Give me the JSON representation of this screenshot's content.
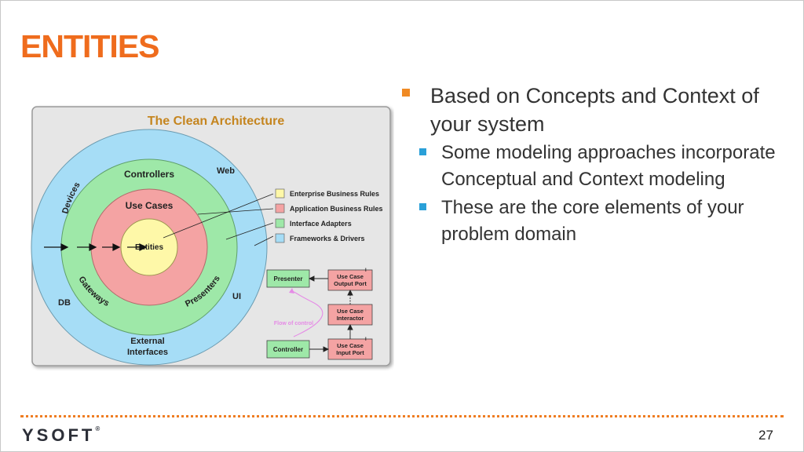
{
  "slide": {
    "title": "ENTITIES",
    "page_number": "27",
    "logo": "YSOFT",
    "logo_mark": "®"
  },
  "bullets": [
    {
      "text": "Based on Concepts and Context of your system",
      "sub": [
        "Some modeling approaches incorporate Conceptual and Context modeling",
        "These are the core elements of your problem domain"
      ]
    }
  ],
  "diagram": {
    "title": "The Clean Architecture",
    "rings": {
      "outer_labels": [
        "Devices",
        "Web",
        "UI",
        "DB",
        "External",
        "Interfaces"
      ],
      "adapter_labels": [
        "Controllers",
        "Gateways",
        "Presenters"
      ],
      "usecase_label": "Use Cases",
      "entity_label": "Entities"
    },
    "legend": [
      {
        "label": "Enterprise Business Rules",
        "color": "#fef8a8"
      },
      {
        "label": "Application Business Rules",
        "color": "#f4a3a3"
      },
      {
        "label": "Interface Adapters",
        "color": "#9ee8a8"
      },
      {
        "label": "Frameworks & Drivers",
        "color": "#a6ddf6"
      }
    ],
    "flow": {
      "presenter": "Presenter",
      "output_port_1": "Use Case",
      "output_port_2": "Output Port",
      "interactor_1": "Use Case",
      "interactor_2": "Interactor",
      "controller": "Controller",
      "input_port_1": "Use Case",
      "input_port_2": "Input Port",
      "flow_label": "Flow of control",
      "port_marker": "I"
    },
    "colors": {
      "frameworks": "#a6ddf6",
      "adapters": "#9ee8a8",
      "usecases": "#f4a3a3",
      "entities": "#fef8a8",
      "title": "#c5851f",
      "accent": "#ef6c1d"
    }
  }
}
